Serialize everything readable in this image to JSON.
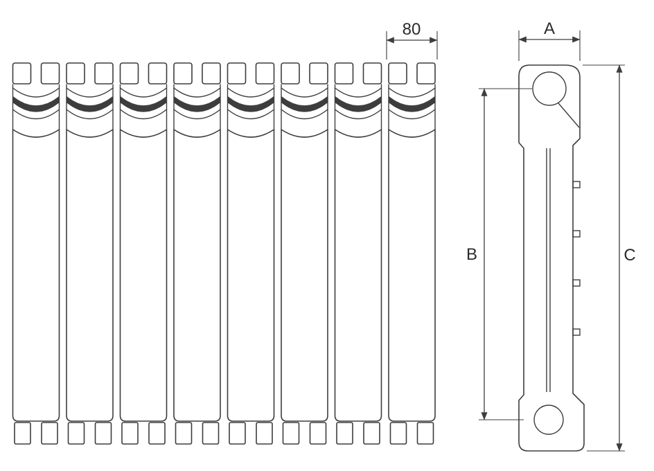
{
  "drawing": {
    "type": "technical-dimension-drawing",
    "subject": "sectional-radiator",
    "front_view": {
      "sections_count": 8,
      "section_width_dimension": {
        "value": "80"
      }
    },
    "side_view": {
      "dimensions": {
        "width_label": "A",
        "pitch_height_label": "B",
        "overall_height_label": "C"
      }
    },
    "colors": {
      "line": "#3d3d3d",
      "dark_accent": "#3d3d3d",
      "background": "#ffffff"
    }
  }
}
